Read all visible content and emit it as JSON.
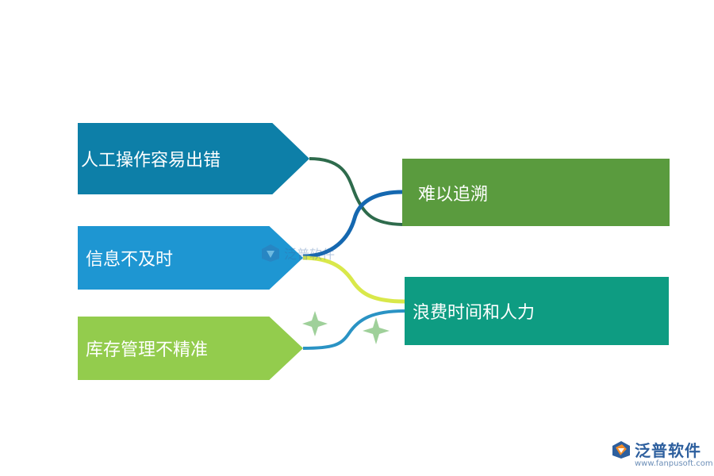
{
  "causes": [
    {
      "label": "人工操作容易出错"
    },
    {
      "label": "信息不及时"
    },
    {
      "label": "库存管理不精准"
    }
  ],
  "effects": [
    {
      "label": "难以追溯"
    },
    {
      "label": "浪费时间和人力"
    }
  ],
  "watermark": {
    "text": "泛普软件"
  },
  "brand": {
    "name": "泛普软件",
    "url": "www.fanpusoft.com",
    "icon": "fanpu-logo-icon"
  },
  "colors": {
    "cause1": "#0d7fa8",
    "cause2": "#1e96d2",
    "cause3": "#93cc4d",
    "effect1": "#5a9b3e",
    "effect2": "#0e9c82",
    "connector1": "#2e6b4c",
    "connector2": "#1568b0",
    "connector3": "#d9e84a",
    "connector4": "#2a93c4",
    "sparkle": "#9fd09a"
  }
}
